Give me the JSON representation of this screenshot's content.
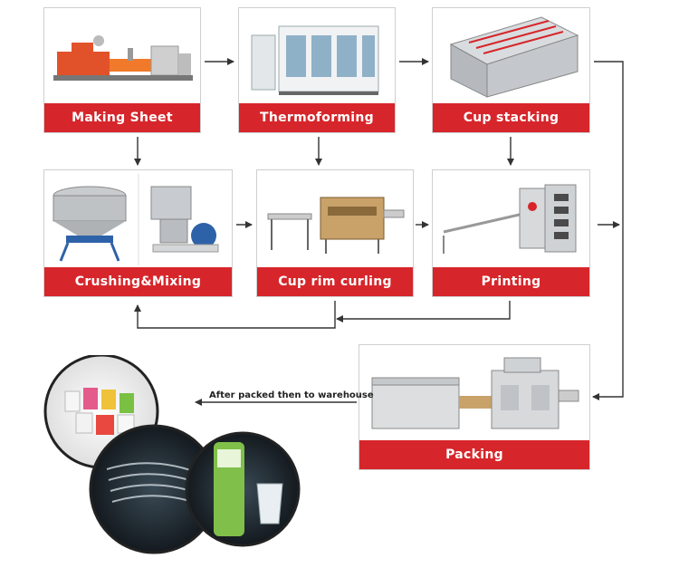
{
  "steps": {
    "making_sheet": "Making Sheet",
    "thermoforming": "Thermoforming",
    "cup_stacking": "Cup stacking",
    "crushing_mixing": "Crushing&Mixing",
    "cup_rim_curling": "Cup rim curling",
    "printing": "Printing",
    "packing": "Packing"
  },
  "note": "After packed then to warehouse",
  "colors": {
    "label_red": "#d6262b",
    "arrow": "#333333",
    "machine_orange": "#e2522a"
  }
}
